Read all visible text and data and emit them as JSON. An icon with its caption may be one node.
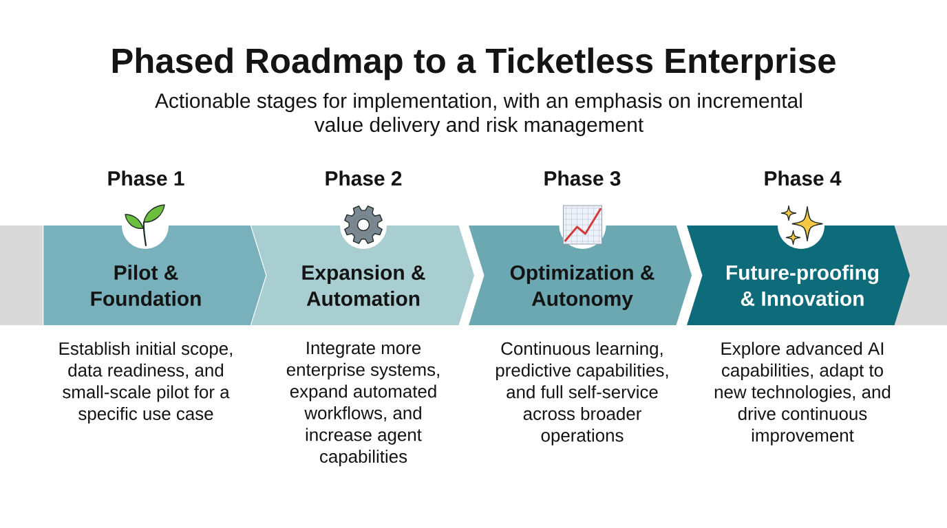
{
  "diagram": {
    "title": "Phased Roadmap to a Ticketless Enterprise",
    "caption": "Actionable stages for implementation, with an emphasis on incremental value delivery and risk management",
    "nodes": [
      {
        "text": [
          "Phase 1",
          "Pilot & Foundation"
        ],
        "beside": [
          "Establish initial scope, data readiness, and small-scale pilot for a specific use case"
        ]
      },
      {
        "text": [
          "Phase 2",
          "Expansion & Automation"
        ],
        "beside": [
          "Integrate more enterprise systems, expand automated workflows, and increase agent capabilities"
        ]
      },
      {
        "text": [
          "Phase 3",
          "Optimization & Autonomy"
        ],
        "beside": [
          "Continuous learning, predictive capabilities, and full self-service across broader operations"
        ]
      },
      {
        "text": [
          "Phase 4",
          "Future-proofing & Innovation"
        ],
        "beside": [
          "Explore advanced AI capabilities, adapt to new technologies, and drive continuous improvement"
        ]
      }
    ]
  }
}
